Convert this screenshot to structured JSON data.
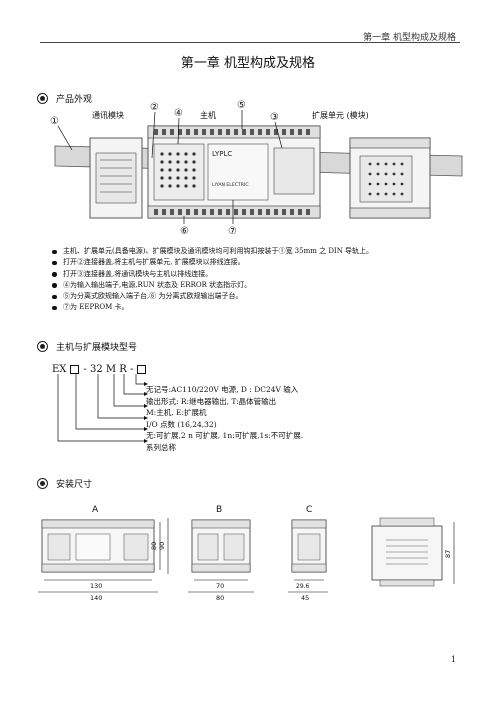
{
  "header": {
    "text": "第一章  机型构成及规格"
  },
  "title": "第一章  机型构成及规格",
  "sections": {
    "appearance": "产品外观",
    "models": "主机与扩展模块型号",
    "dimensions": "安装尺寸"
  },
  "figure": {
    "labels": {
      "comm": "通讯模块",
      "main": "主机",
      "expansion": "扩展单元 (模块)",
      "brand": "LYPLC",
      "maker": "LIYAN ELECTRIC"
    },
    "callouts": [
      "①",
      "②",
      "③",
      "④",
      "⑤",
      "⑥",
      "⑦"
    ]
  },
  "notes": [
    "主机、扩展单元(具备电源)、扩展模块及通讯模块均可利用钩扣按装于①宽 35mm 之 DIN 导轨上。",
    "打开②连接器盖,将主机与扩展单元, 扩展模块以排线连接。",
    "打开③连接器盖,将通讯模块与主机以排线连接。",
    "④为输入输出端子,电源,RUN 状态及 ERROR 状态指示灯。",
    "⑤为分离式欧规输入端子台,⑥ 为分离式欧规输出端子台。",
    "⑦为 EEPROM 卡。"
  ],
  "model": {
    "prefix": "EX",
    "mid": "- 32 M R -",
    "lines": [
      "无记号:AC110/220V 电源, D : DC24V 输入",
      "输出形式: R:继电器输出, T:晶体管输出",
      "M:主机, E:扩展机",
      "I/O 点数 (16,24,32)",
      "无:可扩展,2 n 可扩展, 1n:可扩展,1s:不可扩展.",
      "系列总称"
    ]
  },
  "dimensions": {
    "labels": {
      "a": "A",
      "b": "B",
      "c": "C"
    },
    "a_w1": "130",
    "a_w2": "140",
    "a_h1": "80",
    "a_h2": "90",
    "b_w1": "70",
    "b_w2": "80",
    "c_w1": "29.6",
    "c_w2": "45",
    "d_h": "87"
  },
  "page_number": "1"
}
